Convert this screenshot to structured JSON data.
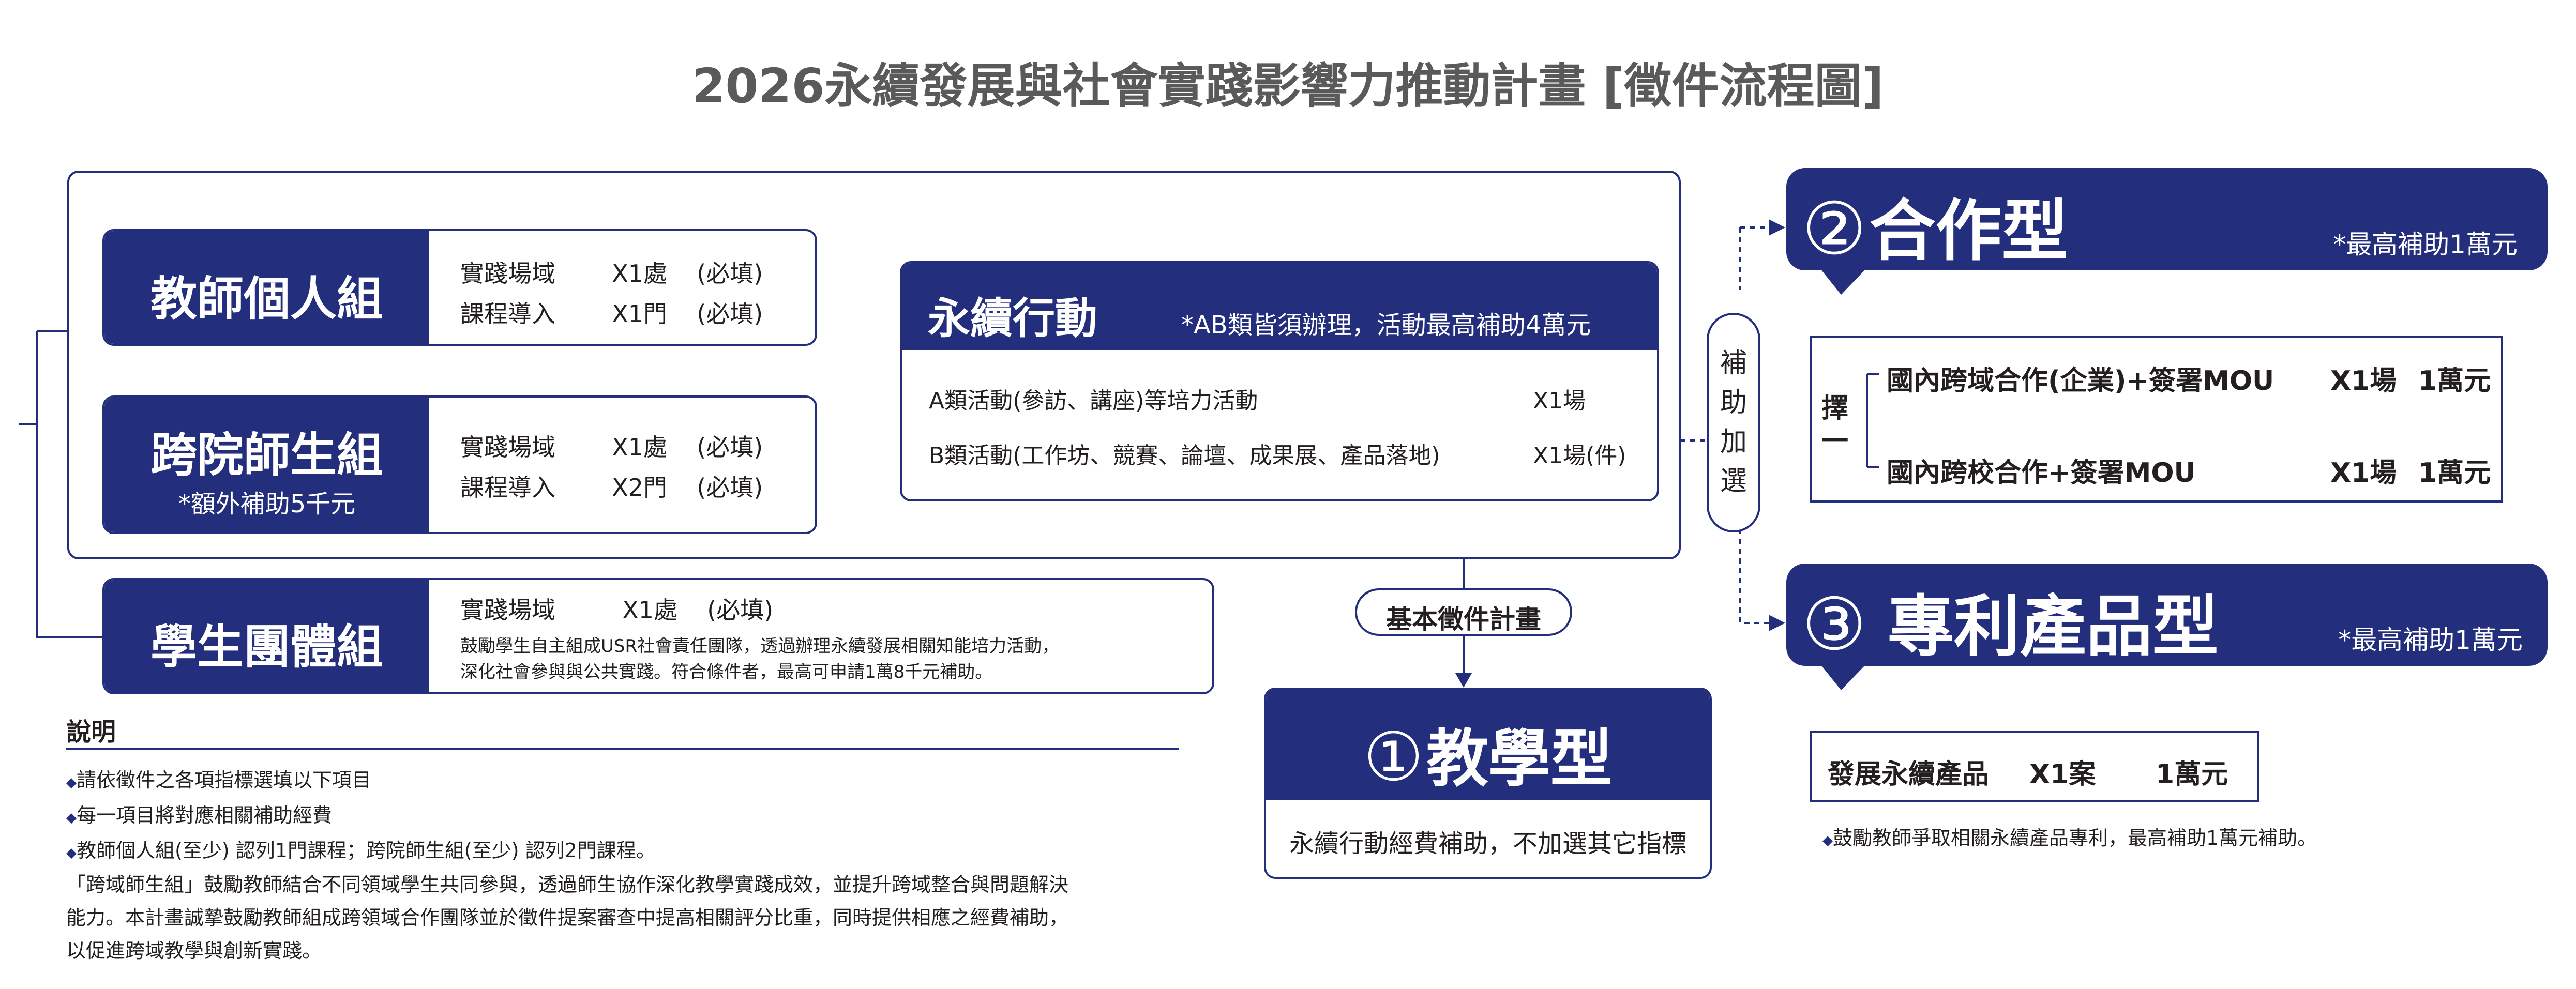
{
  "title": "2026永續發展與社會實踐影響力推動計畫 [徵件流程圖]",
  "teacher_individual": {
    "name": "教師個人組",
    "row1": {
      "label": "實踐場域",
      "qty": "X1處",
      "req": "(必填)"
    },
    "row2": {
      "label": "課程導入",
      "qty": "X1門",
      "req": "(必填)"
    }
  },
  "cross_school": {
    "name": "跨院師生組",
    "note": "*額外補助5千元",
    "row1": {
      "label": "實踐場域",
      "qty": "X1處",
      "req": "(必填)"
    },
    "row2": {
      "label": "課程導入",
      "qty": "X2門",
      "req": "(必填)"
    }
  },
  "student_group": {
    "name": "學生團體組",
    "row1": {
      "label": "實踐場域",
      "qty": "X1處",
      "req": "(必填)"
    },
    "desc1": "鼓勵學生自主組成USR社會責任團隊，透過辦理永續發展相關知能培力活動，",
    "desc2": "深化社會參與與公共實踐。符合條件者，最高可申請1萬8千元補助。"
  },
  "sustain_action": {
    "title": "永續行動",
    "note": "*AB類皆須辦理，活動最高補助4萬元",
    "a_label": "A類活動(參訪、講座)等培力活動",
    "a_qty": "X1場",
    "b_label": "B類活動(工作坊、競賽、論壇、成果展、產品落地)",
    "b_qty": "X1場(件)"
  },
  "basic_plan": "基本徵件計畫",
  "teaching": {
    "circle": "①",
    "title": "教學型",
    "desc": "永續行動經費補助，不加選其它指標"
  },
  "supplement": [
    "補",
    "助",
    "加",
    "選"
  ],
  "cooperation": {
    "circle": "②",
    "title": "合作型",
    "note": "*最高補助1萬元",
    "choose": [
      "擇",
      "一"
    ],
    "opt1_label": "國內跨域合作(企業)+簽署MOU",
    "opt1_qty": "X1場",
    "opt1_amt": "1萬元",
    "opt2_label": "國內跨校合作+簽署MOU",
    "opt2_qty": "X1場",
    "opt2_amt": "1萬元"
  },
  "patent": {
    "circle": "③",
    "title": "專利產品型",
    "note": "*最高補助1萬元",
    "item_label": "發展永續產品",
    "item_qty": "X1案",
    "item_amt": "1萬元",
    "bullet": "鼓勵教師爭取相關永續產品專利，最高補助1萬元補助。"
  },
  "explanation": {
    "heading": "說明",
    "bullets": [
      "請依徵件之各項指標選填以下項目",
      "每一項目將對應相關補助經費",
      "教師個人組(至少) 認列1門課程；跨院師生組(至少) 認列2門課程。"
    ],
    "para1": "「跨域師生組」鼓勵教師結合不同領域學生共同參與，透過師生協作深化教學實踐成效，並提升跨域整合與問題解決",
    "para2": "能力。本計畫誠摯鼓勵教師組成跨領域合作團隊並於徵件提案審查中提高相關評分比重，同時提供相應之經費補助，",
    "para3": "以促進跨域教學與創新實踐。"
  },
  "colors": {
    "navy": "#232e7c",
    "title_gray": "#5a5a5a",
    "text": "#231f20"
  }
}
